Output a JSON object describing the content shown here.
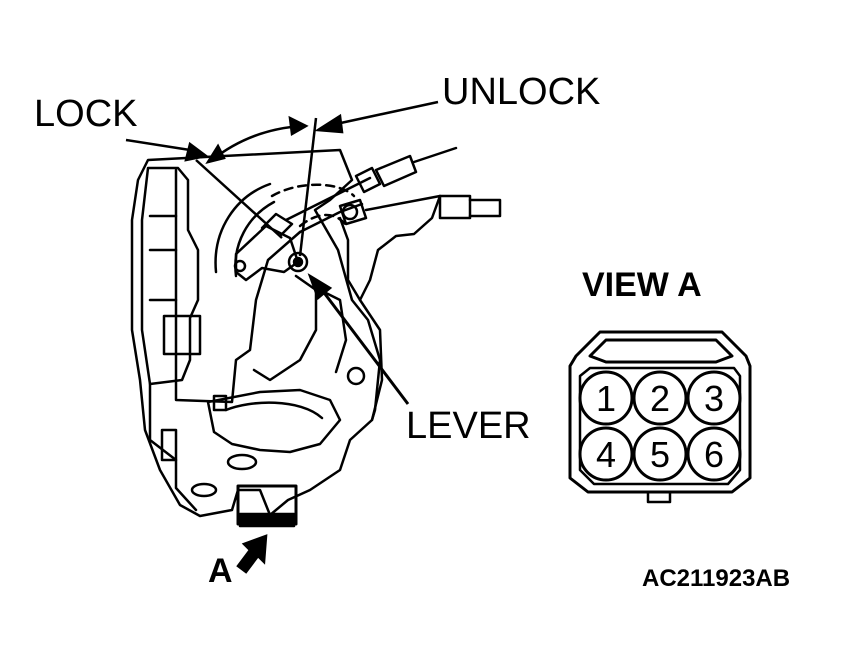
{
  "labels": {
    "lock": "LOCK",
    "unlock": "UNLOCK",
    "lever": "LEVER",
    "view_marker": "A",
    "view_title": "VIEW A",
    "figure_code": "AC211923AB"
  },
  "connector": {
    "pins": [
      "1",
      "2",
      "3",
      "4",
      "5",
      "6"
    ]
  }
}
